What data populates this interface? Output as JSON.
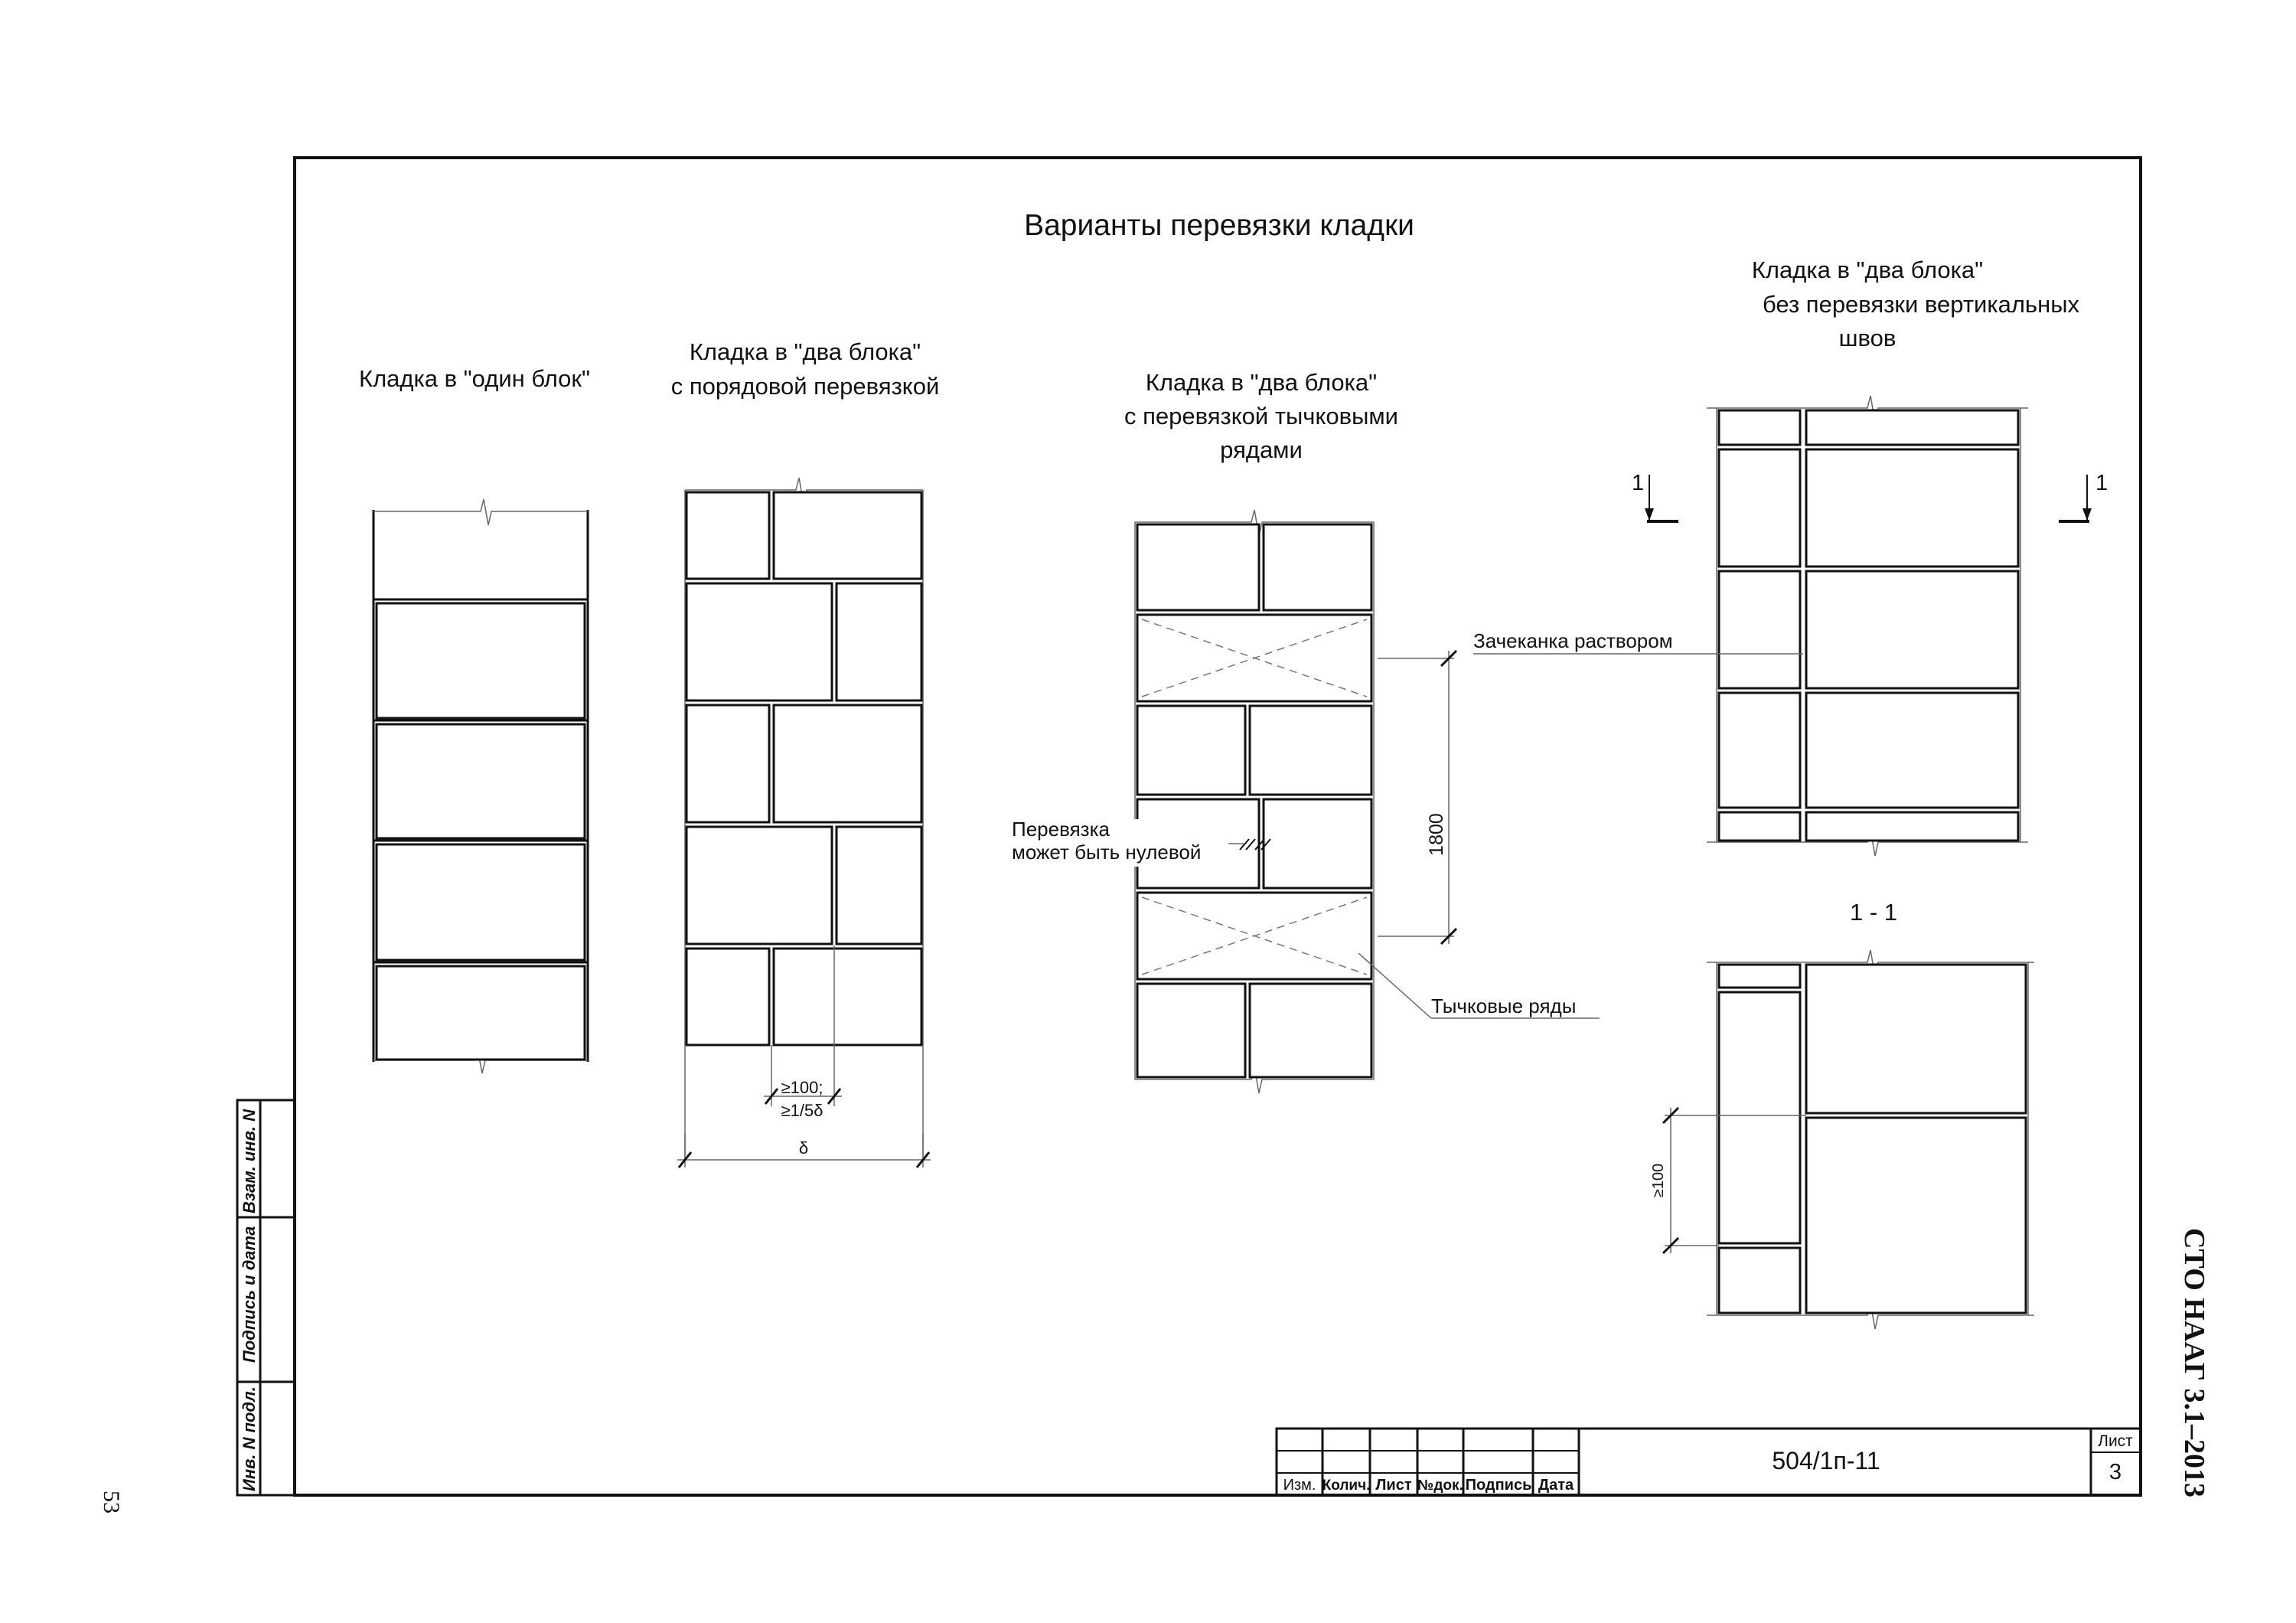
{
  "drawing": {
    "title": "Варианты перевязки кладки",
    "variants": {
      "one_block": "Кладка в \"один блок\"",
      "two_block_row": [
        "Кладка в \"два блока\"",
        "с порядовой перевязкой"
      ],
      "two_block_header": [
        "Кладка в \"два блока\"",
        "с перевязкой тычковыми",
        "рядами"
      ],
      "two_block_no_tie": [
        "Кладка в \"два блока\"",
        "без перевязки вертикальных",
        "швов"
      ]
    },
    "section_title": "1 - 1",
    "section_marks": [
      "1",
      "1"
    ],
    "annotations": {
      "overlap_min": "≥100;",
      "overlap_ratio": "≥1/5δ",
      "wall_thickness": "δ",
      "zero_tie": [
        "Перевязка",
        "может быть нулевой"
      ],
      "height_1800": "1800",
      "mortar_caulking": "Зачеканка раствором",
      "header_rows": "Тычковые ряды",
      "section_overlap": "≥100"
    }
  },
  "left_stamp": [
    "Инв. N подл.",
    "Подпись и дата",
    "Взам. инв. N"
  ],
  "title_block": {
    "headers": [
      "Изм.",
      "Колич.",
      "Лист",
      "№док.",
      "Подпись",
      "Дата"
    ],
    "doc_code": "504/1п-11",
    "sheet_label": "Лист",
    "sheet_number": "3"
  },
  "margin": {
    "standard": "СТО НААГ 3.1–2013",
    "page_number": "53"
  }
}
